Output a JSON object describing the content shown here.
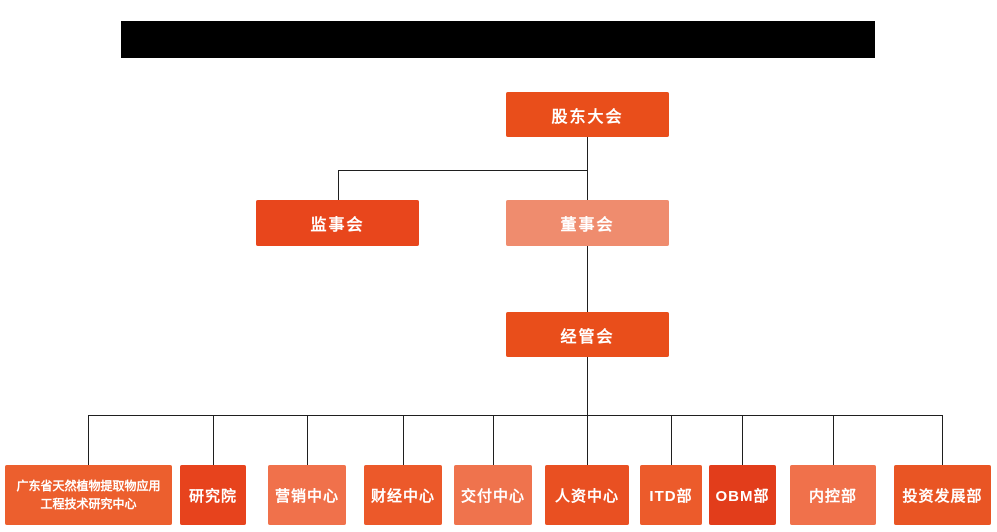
{
  "org": {
    "redacted_title": "",
    "connector_color": "#1f1f1f",
    "background": "#ffffff",
    "nodes": {
      "shareholders": {
        "label": "股东大会",
        "color": "#E94E1B"
      },
      "supervisors": {
        "label": "监事会",
        "color": "#E8461C"
      },
      "directors": {
        "label": "董事会",
        "color": "#EF8C6E"
      },
      "management": {
        "label": "经管会",
        "color": "#E94E1B"
      }
    },
    "departments": [
      {
        "label": "广东省天然植物提取物应用工程技术研究中心",
        "color": "#EC5F2E"
      },
      {
        "label": "研究院",
        "color": "#E7431D"
      },
      {
        "label": "营销中心",
        "color": "#F0714B"
      },
      {
        "label": "财经中心",
        "color": "#EC592A"
      },
      {
        "label": "交付中心",
        "color": "#EF734D"
      },
      {
        "label": "人资中心",
        "color": "#E95022"
      },
      {
        "label": "ITD部",
        "color": "#EC5B2B"
      },
      {
        "label": "OBM部",
        "color": "#E23D1B"
      },
      {
        "label": "内控部",
        "color": "#F0714B"
      },
      {
        "label": "投资发展部",
        "color": "#E95524"
      }
    ]
  }
}
